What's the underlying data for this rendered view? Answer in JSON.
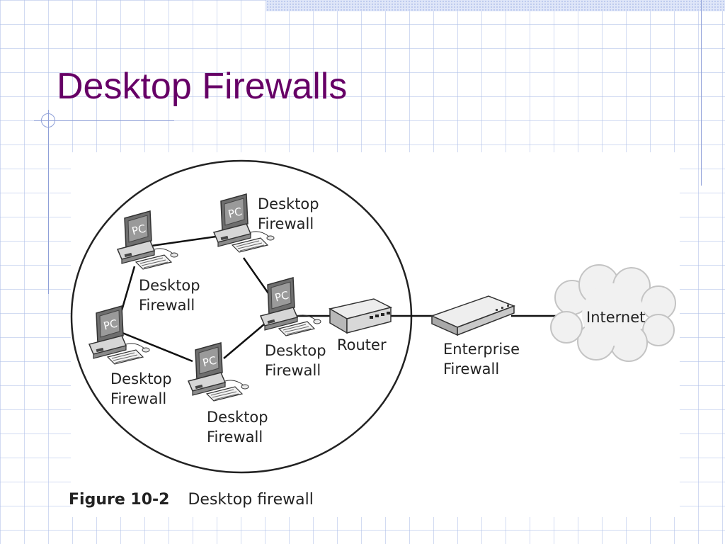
{
  "slide": {
    "title": "Desktop Firewalls"
  },
  "diagram": {
    "pc_badge": "PC",
    "firewall_line1": "Desktop",
    "firewall_line2": "Firewall",
    "router_label": "Router",
    "enterprise_line1": "Enterprise",
    "enterprise_line2": "Firewall",
    "internet_label": "Internet"
  },
  "caption": {
    "number": "Figure 10-2",
    "text": "Desktop firewall"
  },
  "colors": {
    "title": "#660066",
    "grid": "#adbee8",
    "accent_line": "#8fa0d8",
    "ink": "#222222"
  },
  "icons": [
    "pc-workstation-icon",
    "router-icon",
    "enterprise-firewall-icon",
    "internet-cloud-icon"
  ]
}
